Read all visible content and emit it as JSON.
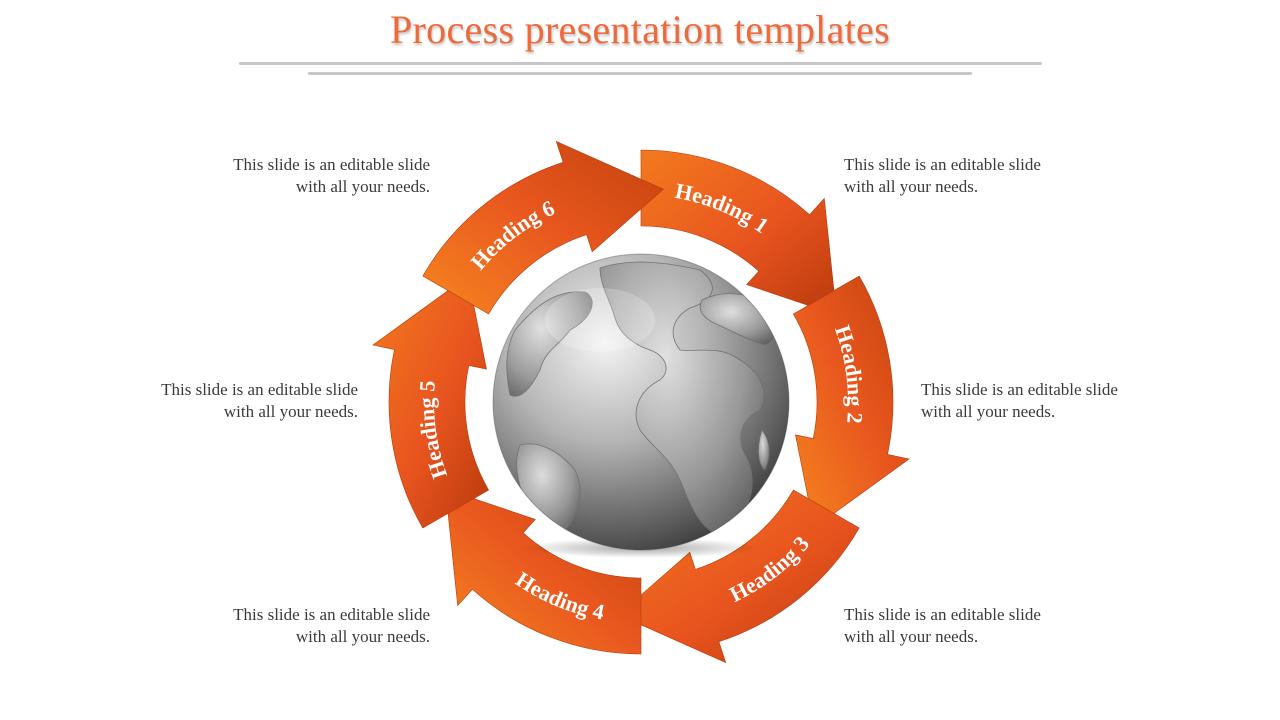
{
  "title": "Process presentation templates",
  "colors": {
    "title": "#ee6a3a",
    "arrow_light": "#f0761a",
    "arrow_mid": "#e9551f",
    "arrow_dark": "#c03d0c",
    "globe": "#8c8c8c"
  },
  "center_icon": "globe-icon",
  "steps": [
    {
      "heading": "Heading 1",
      "text_line1": "This slide is an editable slide",
      "text_line2": "with all your needs."
    },
    {
      "heading": "Heading 2",
      "text_line1": "This slide is an editable slide",
      "text_line2": "with all your needs."
    },
    {
      "heading": "Heading 3",
      "text_line1": "This slide is an editable slide",
      "text_line2": "with all your needs."
    },
    {
      "heading": "Heading 4",
      "text_line1": "This slide is an editable slide",
      "text_line2": "with all your needs."
    },
    {
      "heading": "Heading 5",
      "text_line1": "This slide is an editable slide",
      "text_line2": "with all your needs."
    },
    {
      "heading": "Heading 6",
      "text_line1": "This slide is an editable slide",
      "text_line2": "with all your needs."
    }
  ]
}
